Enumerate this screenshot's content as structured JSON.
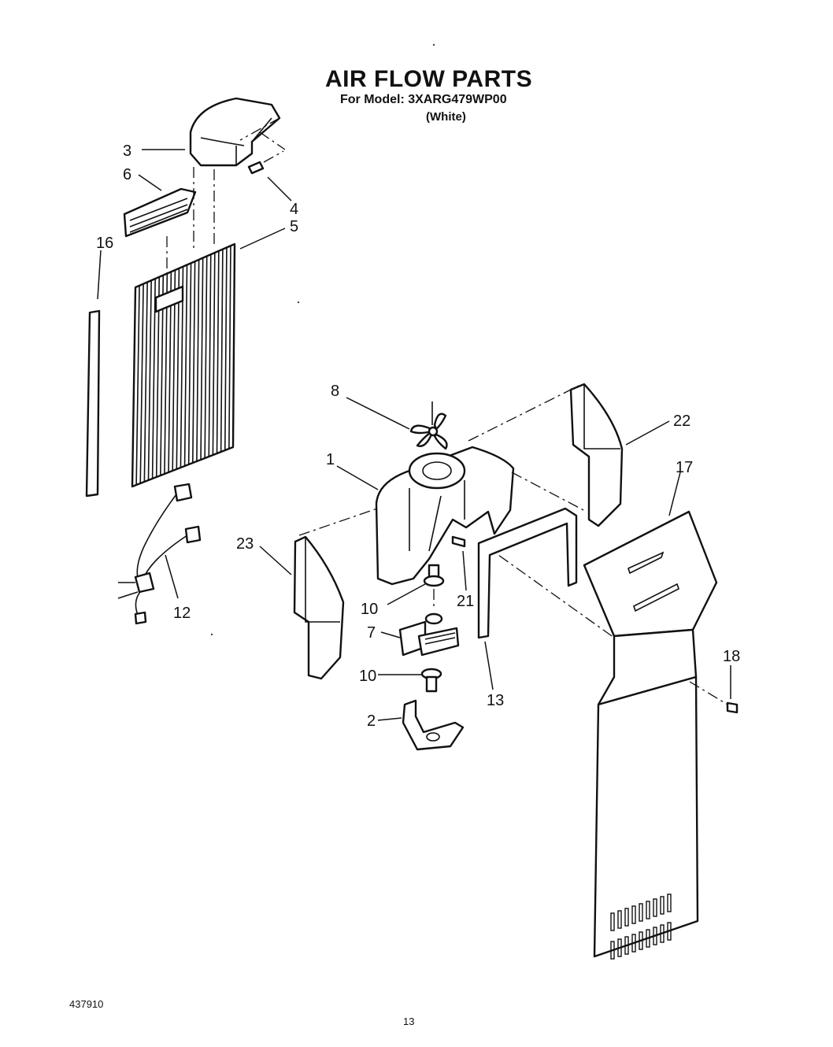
{
  "title": "AIR FLOW PARTS",
  "subtitle": "For Model: 3XARG479WP00",
  "variant": "(White)",
  "doc_number": "437910",
  "page_number": "13",
  "callouts": [
    {
      "id": "c3",
      "label": "3"
    },
    {
      "id": "c6",
      "label": "6"
    },
    {
      "id": "c4",
      "label": "4"
    },
    {
      "id": "c5",
      "label": "5"
    },
    {
      "id": "c16",
      "label": "16"
    },
    {
      "id": "c8",
      "label": "8"
    },
    {
      "id": "c22",
      "label": "22"
    },
    {
      "id": "c1",
      "label": "1"
    },
    {
      "id": "c17",
      "label": "17"
    },
    {
      "id": "c23",
      "label": "23"
    },
    {
      "id": "c21",
      "label": "21"
    },
    {
      "id": "c10a",
      "label": "10"
    },
    {
      "id": "c12",
      "label": "12"
    },
    {
      "id": "c7",
      "label": "7"
    },
    {
      "id": "c10b",
      "label": "10"
    },
    {
      "id": "c13",
      "label": "13"
    },
    {
      "id": "c18",
      "label": "18"
    },
    {
      "id": "c2",
      "label": "2"
    }
  ],
  "colors": {
    "ink": "#111111",
    "paper": "#ffffff"
  }
}
